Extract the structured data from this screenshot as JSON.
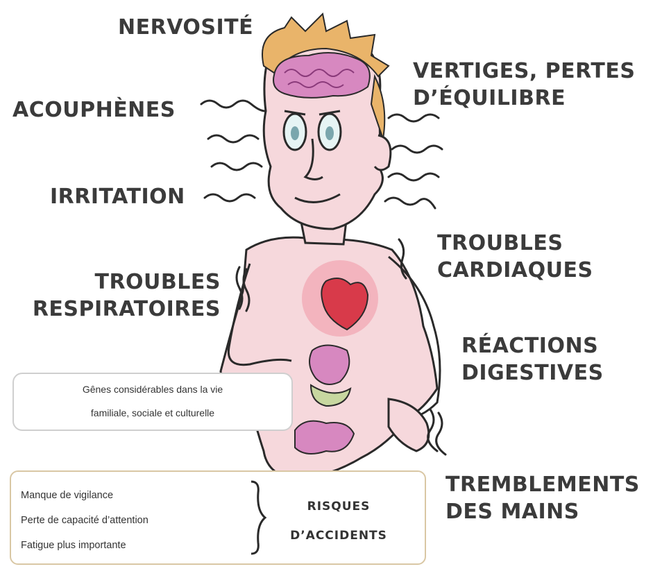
{
  "labels": {
    "nervosite": "NERVOSITÉ",
    "vertiges_1": "VERTIGES, PERTES",
    "vertiges_2": "D’ÉQUILIBRE",
    "acouphenes": "ACOUPHÈNES",
    "irritation": "IRRITATION",
    "troubles_cardiaques_1": "TROUBLES",
    "troubles_cardiaques_2": "CARDIAQUES",
    "troubles_respiratoires_1": "TROUBLES",
    "troubles_respiratoires_2": "RESPIRATOIRES",
    "reactions_digestives_1": "RÉACTIONS",
    "reactions_digestives_2": "DIGESTIVES",
    "tremblements_1": "TREMBLEMENTS",
    "tremblements_2": "DES MAINS"
  },
  "social_box": {
    "line1": "Gênes considérables dans la vie",
    "line2": "familiale, sociale et culturelle"
  },
  "risk_box": {
    "items": [
      "Manque de vigilance",
      "Perte de capacité d’attention",
      "Fatigue plus importante"
    ],
    "title_1": "RISQUES",
    "title_2": "D’ACCIDENTS"
  },
  "colors": {
    "text": "#3b3b3b",
    "skin": "#f6d8dc",
    "organ_pink": "#d788c0",
    "heart_red": "#d83a4a",
    "hair": "#e9b46a",
    "outline": "#2a2a2a"
  }
}
